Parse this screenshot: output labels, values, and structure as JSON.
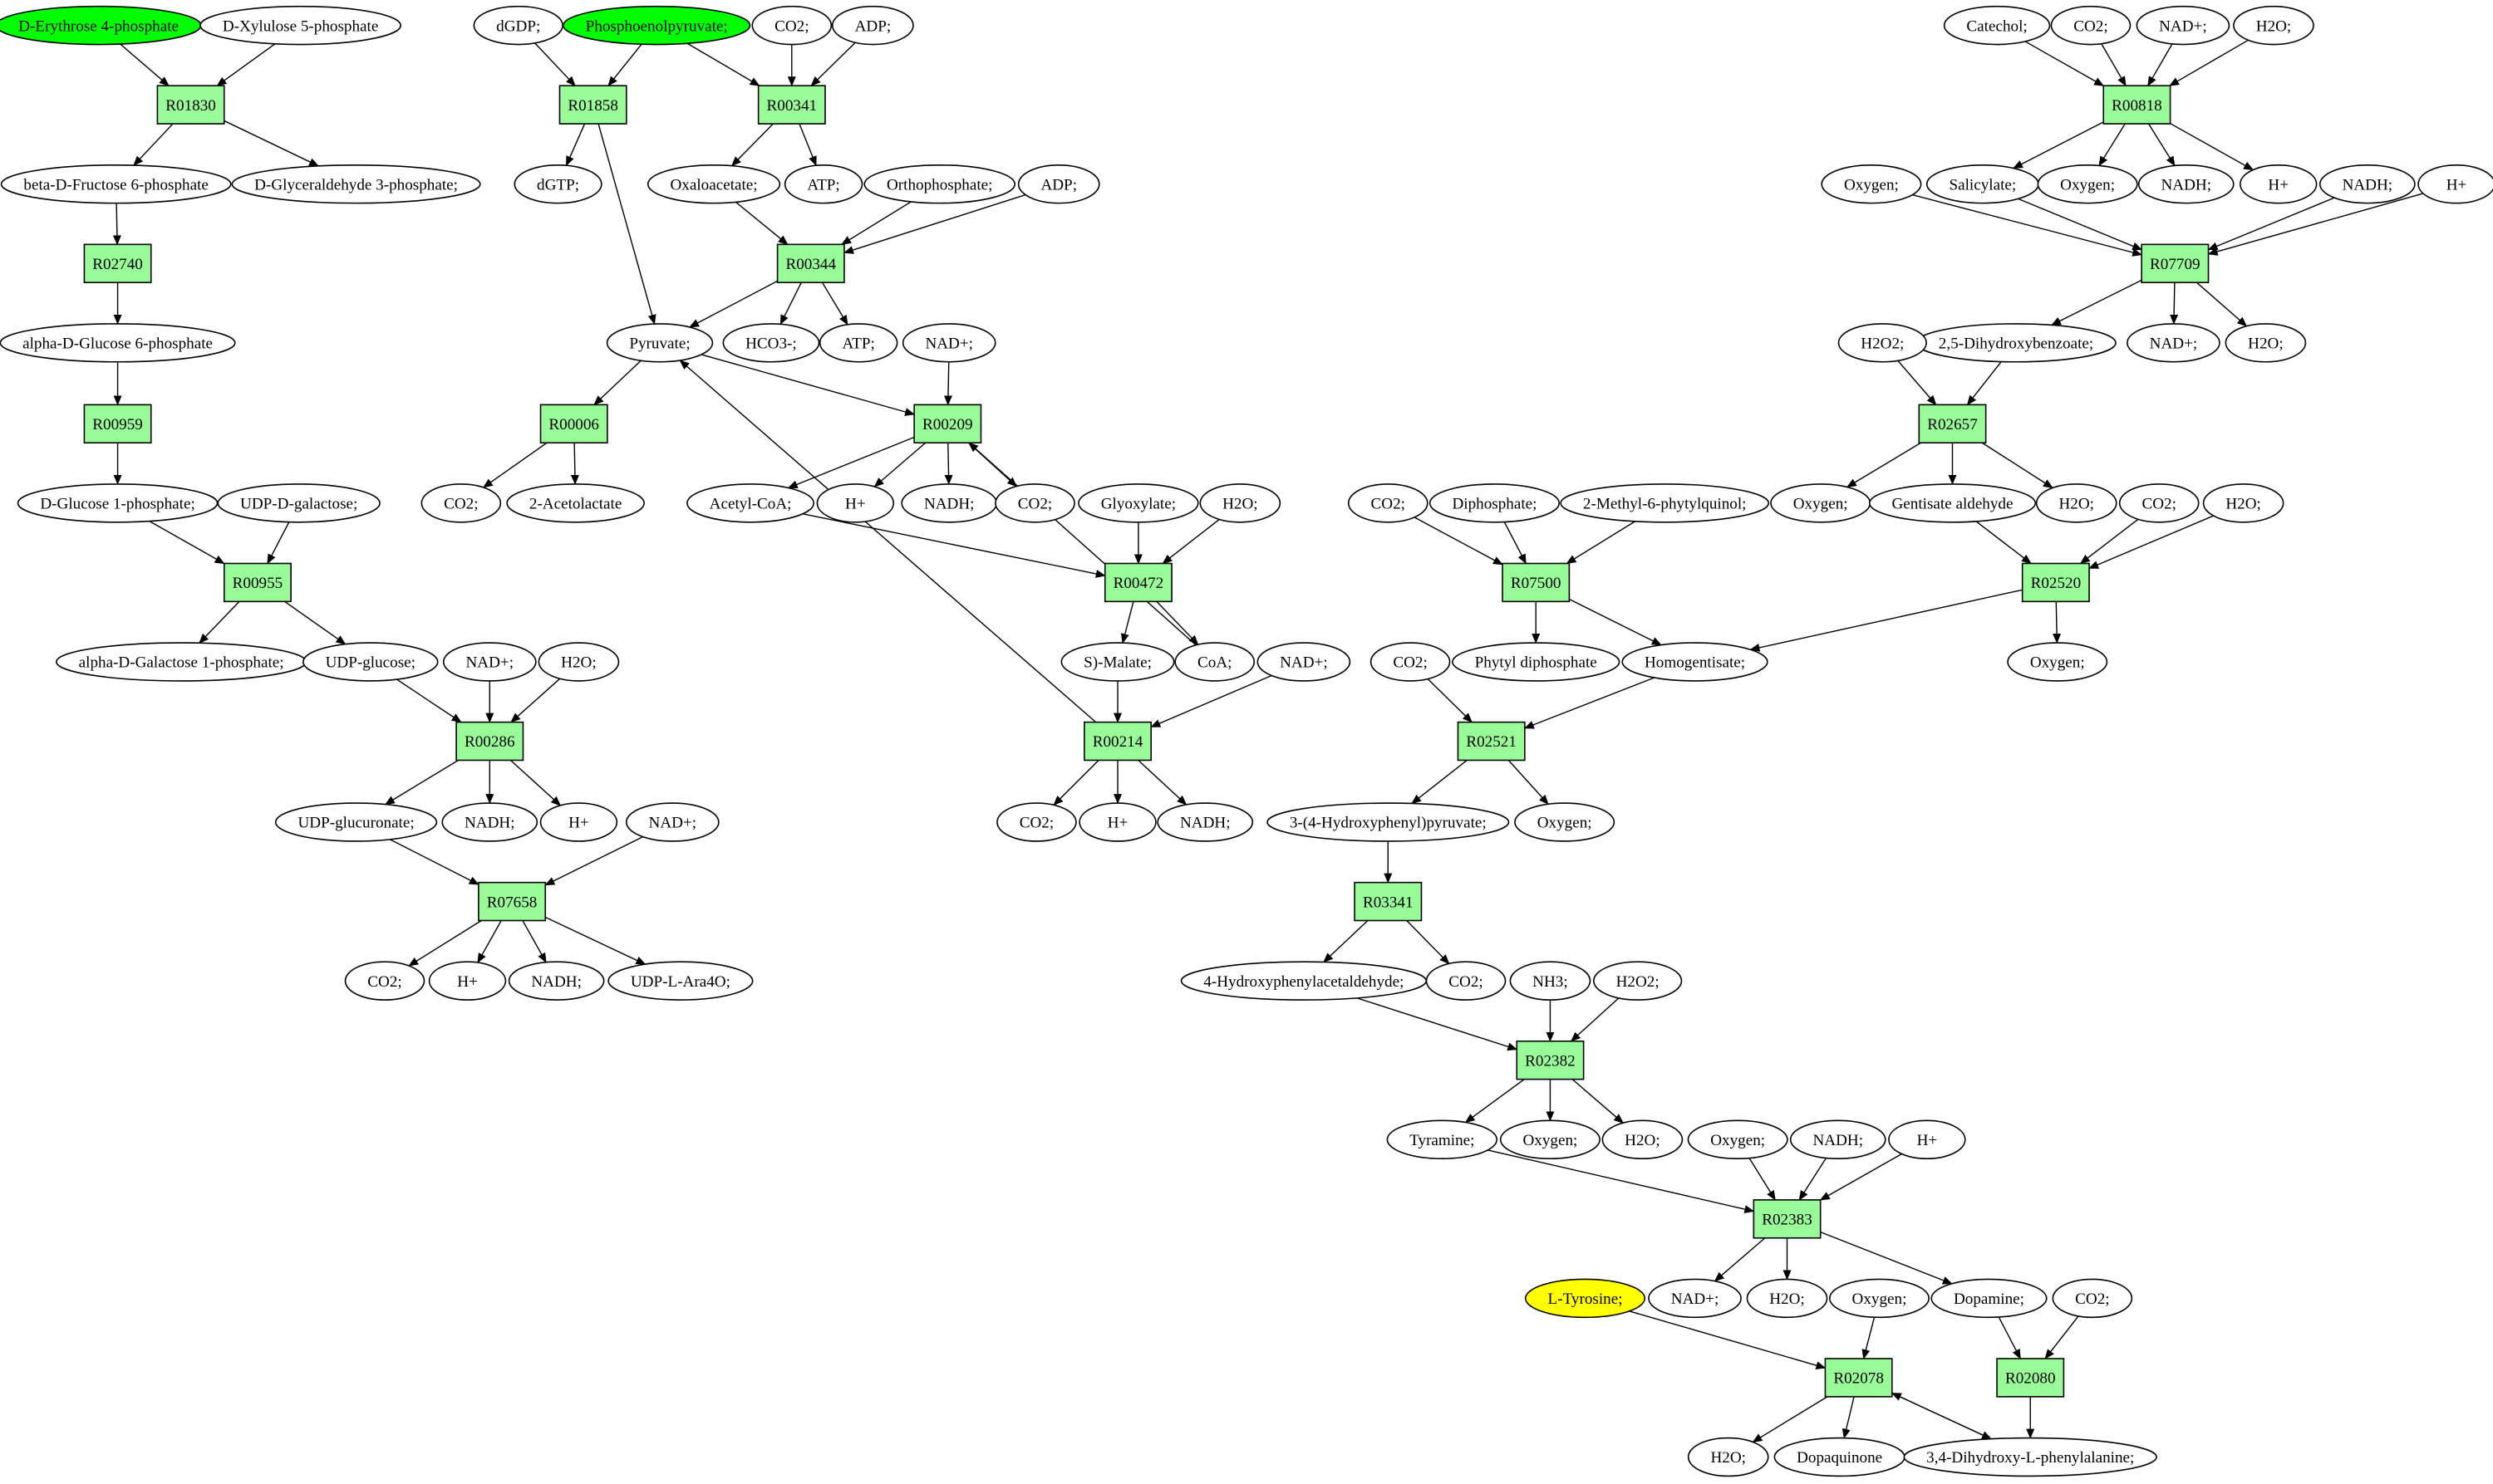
{
  "reactions": [
    {
      "id": "R01830",
      "label": "R01830"
    },
    {
      "id": "R02740",
      "label": "R02740"
    },
    {
      "id": "R00959",
      "label": "R00959"
    },
    {
      "id": "R00955",
      "label": "R00955"
    },
    {
      "id": "R00286",
      "label": "R00286"
    },
    {
      "id": "R07658",
      "label": "R07658"
    },
    {
      "id": "R01858",
      "label": "R01858"
    },
    {
      "id": "R00341",
      "label": "R00341"
    },
    {
      "id": "R00344",
      "label": "R00344"
    },
    {
      "id": "R00006",
      "label": "R00006"
    },
    {
      "id": "R00209",
      "label": "R00209"
    },
    {
      "id": "R00472",
      "label": "R00472"
    },
    {
      "id": "R00214",
      "label": "R00214"
    },
    {
      "id": "R00818",
      "label": "R00818"
    },
    {
      "id": "R07709",
      "label": "R07709"
    },
    {
      "id": "R02657",
      "label": "R02657"
    },
    {
      "id": "R02520",
      "label": "R02520"
    },
    {
      "id": "R07500",
      "label": "R07500"
    },
    {
      "id": "R02521",
      "label": "R02521"
    },
    {
      "id": "R03341",
      "label": "R03341"
    },
    {
      "id": "R02382",
      "label": "R02382"
    },
    {
      "id": "R02383",
      "label": "R02383"
    },
    {
      "id": "R02078",
      "label": "R02078"
    },
    {
      "id": "R02080",
      "label": "R02080"
    }
  ],
  "compounds": [
    {
      "id": "erythrose4p",
      "label": "D-Erythrose 4-phosphate",
      "fill": "#00ff00"
    },
    {
      "id": "xylulose5p",
      "label": "D-Xylulose 5-phosphate",
      "fill": "#ffffff"
    },
    {
      "id": "bfructose6p",
      "label": "beta-D-Fructose 6-phosphate",
      "fill": "#ffffff"
    },
    {
      "id": "glyceraldehyde3p",
      "label": "D-Glyceraldehyde 3-phosphate;",
      "fill": "#ffffff"
    },
    {
      "id": "aglucose6p",
      "label": "alpha-D-Glucose 6-phosphate",
      "fill": "#ffffff"
    },
    {
      "id": "dglucose1p",
      "label": "D-Glucose 1-phosphate;",
      "fill": "#ffffff"
    },
    {
      "id": "udpgalactose",
      "label": "UDP-D-galactose;",
      "fill": "#ffffff"
    },
    {
      "id": "agalactose1p",
      "label": "alpha-D-Galactose 1-phosphate;",
      "fill": "#ffffff"
    },
    {
      "id": "udpglucose",
      "label": "UDP-glucose;",
      "fill": "#ffffff"
    },
    {
      "id": "nadp_r00286",
      "label": "NAD+;",
      "fill": "#ffffff"
    },
    {
      "id": "h2o_r00286",
      "label": "H2O;",
      "fill": "#ffffff"
    },
    {
      "id": "udpglucuronate",
      "label": "UDP-glucuronate;",
      "fill": "#ffffff"
    },
    {
      "id": "nadh_r00286",
      "label": "NADH;",
      "fill": "#ffffff"
    },
    {
      "id": "h_r00286",
      "label": "H+",
      "fill": "#ffffff"
    },
    {
      "id": "nadp_r07658",
      "label": "NAD+;",
      "fill": "#ffffff"
    },
    {
      "id": "co2_r07658",
      "label": "CO2;",
      "fill": "#ffffff"
    },
    {
      "id": "h_r07658",
      "label": "H+",
      "fill": "#ffffff"
    },
    {
      "id": "nadh_r07658",
      "label": "NADH;",
      "fill": "#ffffff"
    },
    {
      "id": "udpara",
      "label": "UDP-L-Ara4O;",
      "fill": "#ffffff"
    },
    {
      "id": "dgdp",
      "label": "dGDP;",
      "fill": "#ffffff"
    },
    {
      "id": "pep",
      "label": "Phosphoenolpyruvate;",
      "fill": "#00ff00"
    },
    {
      "id": "co2_r00341",
      "label": "CO2;",
      "fill": "#ffffff"
    },
    {
      "id": "adp_r00341",
      "label": "ADP;",
      "fill": "#ffffff"
    },
    {
      "id": "dgtp",
      "label": "dGTP;",
      "fill": "#ffffff"
    },
    {
      "id": "oxaloacetate",
      "label": "Oxaloacetate;",
      "fill": "#ffffff"
    },
    {
      "id": "atp_r00341",
      "label": "ATP;",
      "fill": "#ffffff"
    },
    {
      "id": "orthophosphate",
      "label": "Orthophosphate;",
      "fill": "#ffffff"
    },
    {
      "id": "adp_r00344",
      "label": "ADP;",
      "fill": "#ffffff"
    },
    {
      "id": "pyruvate",
      "label": "Pyruvate;",
      "fill": "#ffffff"
    },
    {
      "id": "hco3",
      "label": "HCO3-;",
      "fill": "#ffffff"
    },
    {
      "id": "atp_r00344",
      "label": "ATP;",
      "fill": "#ffffff"
    },
    {
      "id": "nadp_r00209",
      "label": "NAD+;",
      "fill": "#ffffff"
    },
    {
      "id": "co2_r00006",
      "label": "CO2;",
      "fill": "#ffffff"
    },
    {
      "id": "acetolactate",
      "label": "2-Acetolactate",
      "fill": "#ffffff"
    },
    {
      "id": "acetylcoa",
      "label": "Acetyl-CoA;",
      "fill": "#ffffff"
    },
    {
      "id": "h_r00209",
      "label": "H+",
      "fill": "#ffffff"
    },
    {
      "id": "nadh_r00209",
      "label": "NADH;",
      "fill": "#ffffff"
    },
    {
      "id": "co2_r00209",
      "label": "CO2;",
      "fill": "#ffffff"
    },
    {
      "id": "glyoxylate",
      "label": "Glyoxylate;",
      "fill": "#ffffff"
    },
    {
      "id": "h2o_r00472",
      "label": "H2O;",
      "fill": "#ffffff"
    },
    {
      "id": "smalate",
      "label": "S)-Malate;",
      "fill": "#ffffff"
    },
    {
      "id": "coa",
      "label": "CoA;",
      "fill": "#ffffff"
    },
    {
      "id": "nadp_r00214",
      "label": "NAD+;",
      "fill": "#ffffff"
    },
    {
      "id": "co2_r00214",
      "label": "CO2;",
      "fill": "#ffffff"
    },
    {
      "id": "h_r00214",
      "label": "H+",
      "fill": "#ffffff"
    },
    {
      "id": "nadh_r00214",
      "label": "NADH;",
      "fill": "#ffffff"
    },
    {
      "id": "catechol",
      "label": "Catechol;",
      "fill": "#ffffff"
    },
    {
      "id": "co2_r00818",
      "label": "CO2;",
      "fill": "#ffffff"
    },
    {
      "id": "nadp_r00818",
      "label": "NAD+;",
      "fill": "#ffffff"
    },
    {
      "id": "h2o_r00818",
      "label": "H2O;",
      "fill": "#ffffff"
    },
    {
      "id": "oxygen_r07709a",
      "label": "Oxygen;",
      "fill": "#ffffff"
    },
    {
      "id": "salicylate",
      "label": "Salicylate;",
      "fill": "#ffffff"
    },
    {
      "id": "oxygen_r00818",
      "label": "Oxygen;",
      "fill": "#ffffff"
    },
    {
      "id": "nadh_r00818",
      "label": "NADH;",
      "fill": "#ffffff"
    },
    {
      "id": "h_r00818",
      "label": "H+",
      "fill": "#ffffff"
    },
    {
      "id": "nadh_r07709",
      "label": "NADH;",
      "fill": "#ffffff"
    },
    {
      "id": "h_r07709",
      "label": "H+",
      "fill": "#ffffff"
    },
    {
      "id": "dhb",
      "label": "2,5-Dihydroxybenzoate;",
      "fill": "#ffffff"
    },
    {
      "id": "nadp_r07709",
      "label": "NAD+;",
      "fill": "#ffffff"
    },
    {
      "id": "h2o_r07709",
      "label": "H2O;",
      "fill": "#ffffff"
    },
    {
      "id": "h2o2_r02657",
      "label": "H2O2;",
      "fill": "#ffffff"
    },
    {
      "id": "oxygen_r02657",
      "label": "Oxygen;",
      "fill": "#ffffff"
    },
    {
      "id": "gentisate",
      "label": "Gentisate aldehyde",
      "fill": "#ffffff"
    },
    {
      "id": "h2o_r02657",
      "label": "H2O;",
      "fill": "#ffffff"
    },
    {
      "id": "co2_r02520",
      "label": "CO2;",
      "fill": "#ffffff"
    },
    {
      "id": "h2o_r02520",
      "label": "H2O;",
      "fill": "#ffffff"
    },
    {
      "id": "oxygen_r02520",
      "label": "Oxygen;",
      "fill": "#ffffff"
    },
    {
      "id": "co2_r07500",
      "label": "CO2;",
      "fill": "#ffffff"
    },
    {
      "id": "diphosphate",
      "label": "Diphosphate;",
      "fill": "#ffffff"
    },
    {
      "id": "methylphytyl",
      "label": "2-Methyl-6-phytylquinol;",
      "fill": "#ffffff"
    },
    {
      "id": "phytyldp",
      "label": "Phytyl diphosphate",
      "fill": "#ffffff"
    },
    {
      "id": "homogentisate",
      "label": "Homogentisate;",
      "fill": "#ffffff"
    },
    {
      "id": "co2_r02521",
      "label": "CO2;",
      "fill": "#ffffff"
    },
    {
      "id": "hppyruvate",
      "label": "3-(4-Hydroxyphenyl)pyruvate;",
      "fill": "#ffffff"
    },
    {
      "id": "oxygen_r02521",
      "label": "Oxygen;",
      "fill": "#ffffff"
    },
    {
      "id": "hpacetaldehyde",
      "label": "4-Hydroxyphenylacetaldehyde;",
      "fill": "#ffffff"
    },
    {
      "id": "co2_r03341",
      "label": "CO2;",
      "fill": "#ffffff"
    },
    {
      "id": "nh3",
      "label": "NH3;",
      "fill": "#ffffff"
    },
    {
      "id": "h2o2_r02382",
      "label": "H2O2;",
      "fill": "#ffffff"
    },
    {
      "id": "tyramine",
      "label": "Tyramine;",
      "fill": "#ffffff"
    },
    {
      "id": "oxygen_r02382",
      "label": "Oxygen;",
      "fill": "#ffffff"
    },
    {
      "id": "h2o_r02382",
      "label": "H2O;",
      "fill": "#ffffff"
    },
    {
      "id": "oxygen_r02383",
      "label": "Oxygen;",
      "fill": "#ffffff"
    },
    {
      "id": "nadh_r02383",
      "label": "NADH;",
      "fill": "#ffffff"
    },
    {
      "id": "h_r02383",
      "label": "H+",
      "fill": "#ffffff"
    },
    {
      "id": "ltyrosine",
      "label": "L-Tyrosine;",
      "fill": "#ffff00"
    },
    {
      "id": "nadp_r02383",
      "label": "NAD+;",
      "fill": "#ffffff"
    },
    {
      "id": "h2o_r02383",
      "label": "H2O;",
      "fill": "#ffffff"
    },
    {
      "id": "oxygen_r02078",
      "label": "Oxygen;",
      "fill": "#ffffff"
    },
    {
      "id": "dopamine",
      "label": "Dopamine;",
      "fill": "#ffffff"
    },
    {
      "id": "co2_r02080",
      "label": "CO2;",
      "fill": "#ffffff"
    },
    {
      "id": "h2o_r02078",
      "label": "H2O;",
      "fill": "#ffffff"
    },
    {
      "id": "dopaquinone",
      "label": "Dopaquinone",
      "fill": "#ffffff"
    },
    {
      "id": "ldopa",
      "label": "3,4-Dihydroxy-L-phenylalanine;",
      "fill": "#ffffff"
    }
  ],
  "edges": [
    [
      "erythrose4p",
      "R01830"
    ],
    [
      "xylulose5p",
      "R01830"
    ],
    [
      "R01830",
      "bfructose6p"
    ],
    [
      "R01830",
      "glyceraldehyde3p"
    ],
    [
      "bfructose6p",
      "R02740"
    ],
    [
      "R02740",
      "aglucose6p"
    ],
    [
      "aglucose6p",
      "R00959"
    ],
    [
      "R00959",
      "dglucose1p"
    ],
    [
      "dglucose1p",
      "R00955"
    ],
    [
      "udpgalactose",
      "R00955"
    ],
    [
      "R00955",
      "agalactose1p"
    ],
    [
      "R00955",
      "udpglucose"
    ],
    [
      "udpglucose",
      "R00286"
    ],
    [
      "nadp_r00286",
      "R00286"
    ],
    [
      "h2o_r00286",
      "R00286"
    ],
    [
      "R00286",
      "udpglucuronate"
    ],
    [
      "R00286",
      "nadh_r00286"
    ],
    [
      "R00286",
      "h_r00286"
    ],
    [
      "udpglucuronate",
      "R07658"
    ],
    [
      "nadp_r07658",
      "R07658"
    ],
    [
      "R07658",
      "co2_r07658"
    ],
    [
      "R07658",
      "h_r07658"
    ],
    [
      "R07658",
      "nadh_r07658"
    ],
    [
      "R07658",
      "udpara"
    ],
    [
      "dgdp",
      "R01858"
    ],
    [
      "pep",
      "R01858"
    ],
    [
      "R01858",
      "dgtp"
    ],
    [
      "R01858",
      "pyruvate"
    ],
    [
      "pep",
      "R00341"
    ],
    [
      "co2_r00341",
      "R00341"
    ],
    [
      "adp_r00341",
      "R00341"
    ],
    [
      "R00341",
      "oxaloacetate"
    ],
    [
      "R00341",
      "atp_r00341"
    ],
    [
      "oxaloacetate",
      "R00344"
    ],
    [
      "orthophosphate",
      "R00344"
    ],
    [
      "adp_r00344",
      "R00344"
    ],
    [
      "R00344",
      "pyruvate"
    ],
    [
      "R00344",
      "hco3"
    ],
    [
      "R00344",
      "atp_r00344"
    ],
    [
      "pyruvate",
      "R00006"
    ],
    [
      "R00006",
      "co2_r00006"
    ],
    [
      "R00006",
      "acetolactate"
    ],
    [
      "pyruvate",
      "R00209"
    ],
    [
      "nadp_r00209",
      "R00209"
    ],
    [
      "R00209",
      "acetylcoa"
    ],
    [
      "R00209",
      "h_r00209"
    ],
    [
      "R00209",
      "nadh_r00209"
    ],
    [
      "R00209",
      "co2_r00209"
    ],
    [
      "acetylcoa",
      "R00472"
    ],
    [
      "glyoxylate",
      "R00472"
    ],
    [
      "h2o_r00472",
      "R00472"
    ],
    [
      "R00472",
      "smalate"
    ],
    [
      "R00472",
      "coa"
    ],
    [
      "coa",
      "R00209"
    ],
    [
      "smalate",
      "R00214"
    ],
    [
      "nadp_r00214",
      "R00214"
    ],
    [
      "R00214",
      "pyruvate"
    ],
    [
      "R00214",
      "co2_r00214"
    ],
    [
      "R00214",
      "h_r00214"
    ],
    [
      "R00214",
      "nadh_r00214"
    ],
    [
      "catechol",
      "R00818"
    ],
    [
      "co2_r00818",
      "R00818"
    ],
    [
      "nadp_r00818",
      "R00818"
    ],
    [
      "h2o_r00818",
      "R00818"
    ],
    [
      "R00818",
      "salicylate"
    ],
    [
      "R00818",
      "oxygen_r00818"
    ],
    [
      "R00818",
      "nadh_r00818"
    ],
    [
      "R00818",
      "h_r00818"
    ],
    [
      "oxygen_r07709a",
      "R07709"
    ],
    [
      "salicylate",
      "R07709"
    ],
    [
      "nadh_r07709",
      "R07709"
    ],
    [
      "h_r07709",
      "R07709"
    ],
    [
      "R07709",
      "dhb"
    ],
    [
      "R07709",
      "nadp_r07709"
    ],
    [
      "R07709",
      "h2o_r07709"
    ],
    [
      "h2o2_r02657",
      "R02657"
    ],
    [
      "dhb",
      "R02657"
    ],
    [
      "R02657",
      "oxygen_r02657"
    ],
    [
      "R02657",
      "gentisate"
    ],
    [
      "R02657",
      "h2o_r02657"
    ],
    [
      "gentisate",
      "R02520"
    ],
    [
      "co2_r02520",
      "R02520"
    ],
    [
      "h2o_r02520",
      "R02520"
    ],
    [
      "R02520",
      "homogentisate"
    ],
    [
      "R02520",
      "oxygen_r02520"
    ],
    [
      "co2_r07500",
      "R07500"
    ],
    [
      "diphosphate",
      "R07500"
    ],
    [
      "methylphytyl",
      "R07500"
    ],
    [
      "R07500",
      "phytyldp"
    ],
    [
      "R07500",
      "homogentisate"
    ],
    [
      "co2_r02521",
      "R02521"
    ],
    [
      "homogentisate",
      "R02521"
    ],
    [
      "R02521",
      "hppyruvate"
    ],
    [
      "R02521",
      "oxygen_r02521"
    ],
    [
      "hppyruvate",
      "R03341"
    ],
    [
      "R03341",
      "hpacetaldehyde"
    ],
    [
      "R03341",
      "co2_r03341"
    ],
    [
      "hpacetaldehyde",
      "R02382"
    ],
    [
      "nh3",
      "R02382"
    ],
    [
      "h2o2_r02382",
      "R02382"
    ],
    [
      "R02382",
      "tyramine"
    ],
    [
      "R02382",
      "oxygen_r02382"
    ],
    [
      "R02382",
      "h2o_r02382"
    ],
    [
      "tyramine",
      "R02383"
    ],
    [
      "oxygen_r02383",
      "R02383"
    ],
    [
      "nadh_r02383",
      "R02383"
    ],
    [
      "h_r02383",
      "R02383"
    ],
    [
      "R02383",
      "nadp_r02383"
    ],
    [
      "R02383",
      "h2o_r02383"
    ],
    [
      "R02383",
      "dopamine"
    ],
    [
      "dopamine",
      "R02080"
    ],
    [
      "co2_r02080",
      "R02080"
    ],
    [
      "R02080",
      "ldopa"
    ],
    [
      "ltyrosine",
      "R02078"
    ],
    [
      "oxygen_r02078",
      "R02078"
    ],
    [
      "R02078",
      "h2o_r02078"
    ],
    [
      "R02078",
      "dopaquinone"
    ],
    [
      "R02078",
      "ldopa"
    ],
    [
      "ldopa",
      "R02078"
    ]
  ]
}
